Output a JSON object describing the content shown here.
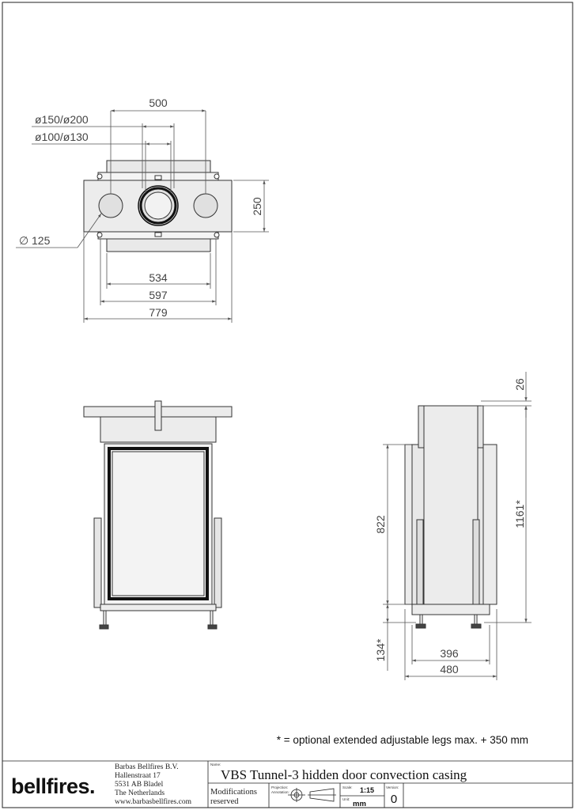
{
  "top_view": {
    "dims": {
      "width_500": "500",
      "flue_outer": "ø150/ø200",
      "flue_inner": "ø100/ø130",
      "depth_250": "250",
      "hole_125": "125",
      "hole_125_symbol": "∅",
      "width_534": "534",
      "width_597": "597",
      "width_779": "779"
    }
  },
  "side_view": {
    "dims": {
      "top_26": "26",
      "height_822": "822",
      "height_1161": "1161*",
      "legs_134": "134*",
      "depth_396": "396",
      "depth_480": "480"
    }
  },
  "footnote": "* = optional extended adjustable legs max. + 350 mm",
  "title_block": {
    "logo": "bellfires.",
    "address": [
      "Barbas Bellfires B.V.",
      "Hallenstraat 17",
      "5531 AB Bladel",
      "The Netherlands",
      "www.barbasbellfires.com"
    ],
    "name_label": "Name:",
    "product_name": "VBS Tunnel-3 hidden door convection casing",
    "modifications": [
      "Modifications",
      "reserved"
    ],
    "projection_label": [
      "Projection:",
      "Annotation:"
    ],
    "scale_label": "Scale:",
    "scale_value": "1:15",
    "unit_label": "Unit:",
    "unit_value": "mm",
    "version_label": "Version:",
    "version_value": "0"
  }
}
